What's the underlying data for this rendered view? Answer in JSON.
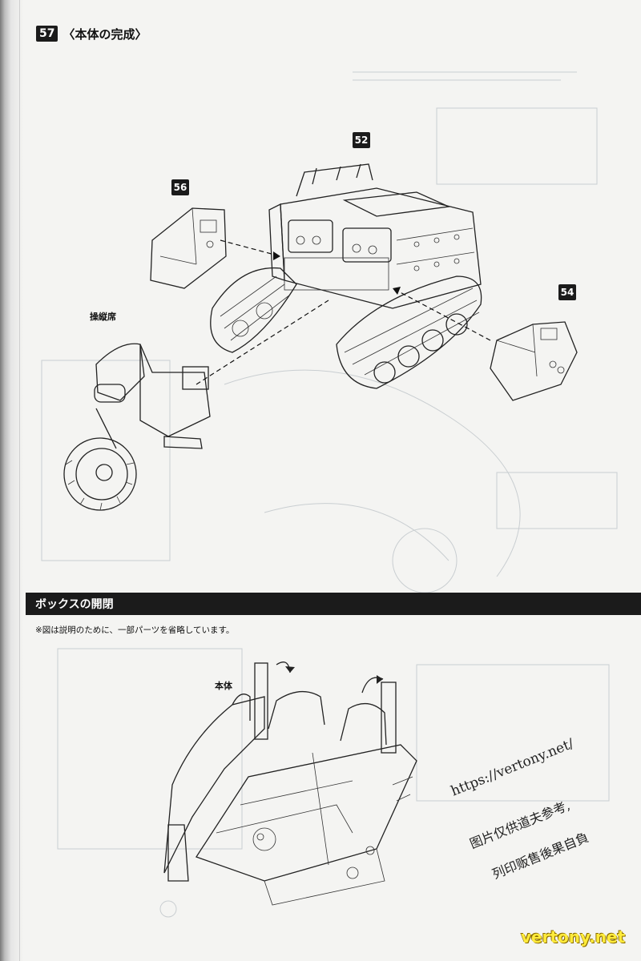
{
  "step": {
    "number": "57",
    "title": "〈本体の完成〉"
  },
  "callouts": {
    "c52": "52",
    "c56": "56",
    "c54": "54"
  },
  "labels": {
    "cockpit": "操縦席",
    "body": "本体"
  },
  "section": {
    "title": "ボックスの開閉",
    "note": "※図は説明のために、一部パーツを省略しています。"
  },
  "watermark": {
    "line1": "https://vertony.net/",
    "line2": "图片仅供道夫参考,",
    "line3": "列印贩售後果自負",
    "site": "vertony.net"
  }
}
